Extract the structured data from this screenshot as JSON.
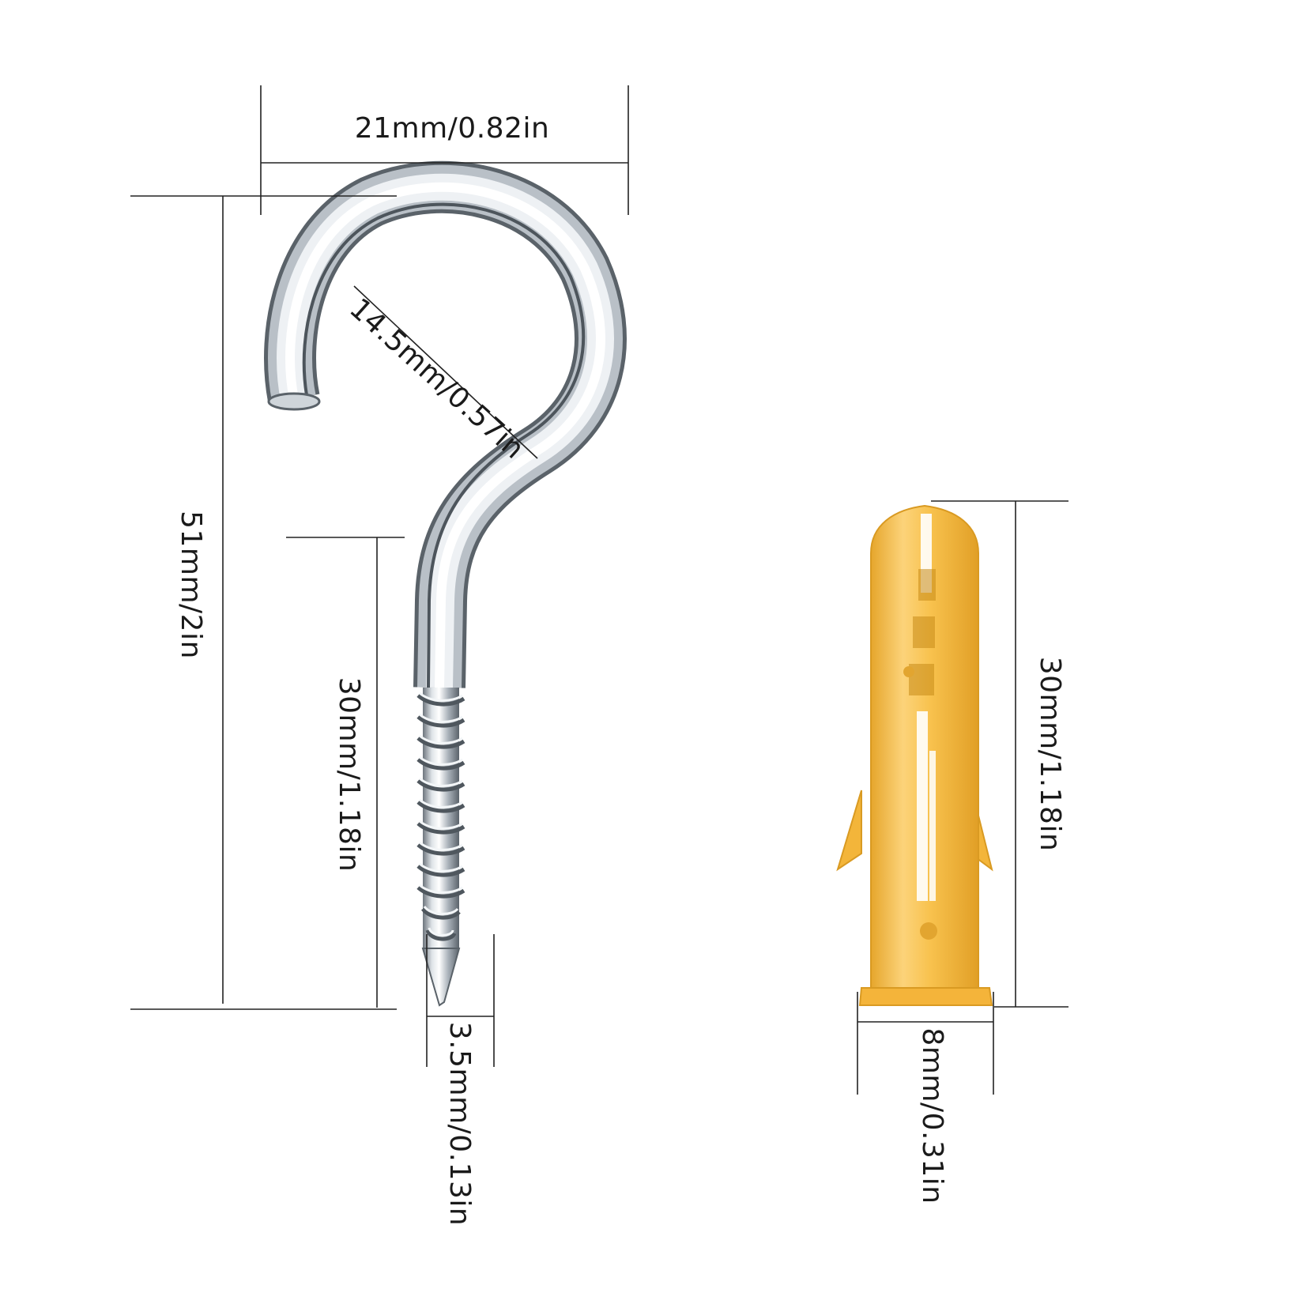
{
  "dimensions": {
    "hook_width": "21mm/0.82in",
    "hook_total_height": "51mm/2in",
    "hook_inner_diameter": "14.5mm/0.57in",
    "hook_thread_length": "30mm/1.18in",
    "hook_thread_diameter": "3.5mm/0.13in",
    "anchor_length": "30mm/1.18in",
    "anchor_diameter": "8mm/0.31in"
  },
  "colors": {
    "metal_light": "#f4f6f8",
    "metal_mid": "#b9c0c7",
    "metal_dark": "#5e666e",
    "plastic": "#f7c046",
    "plastic_shadow": "#e0a52a",
    "plastic_highlight": "#fde3a0"
  }
}
